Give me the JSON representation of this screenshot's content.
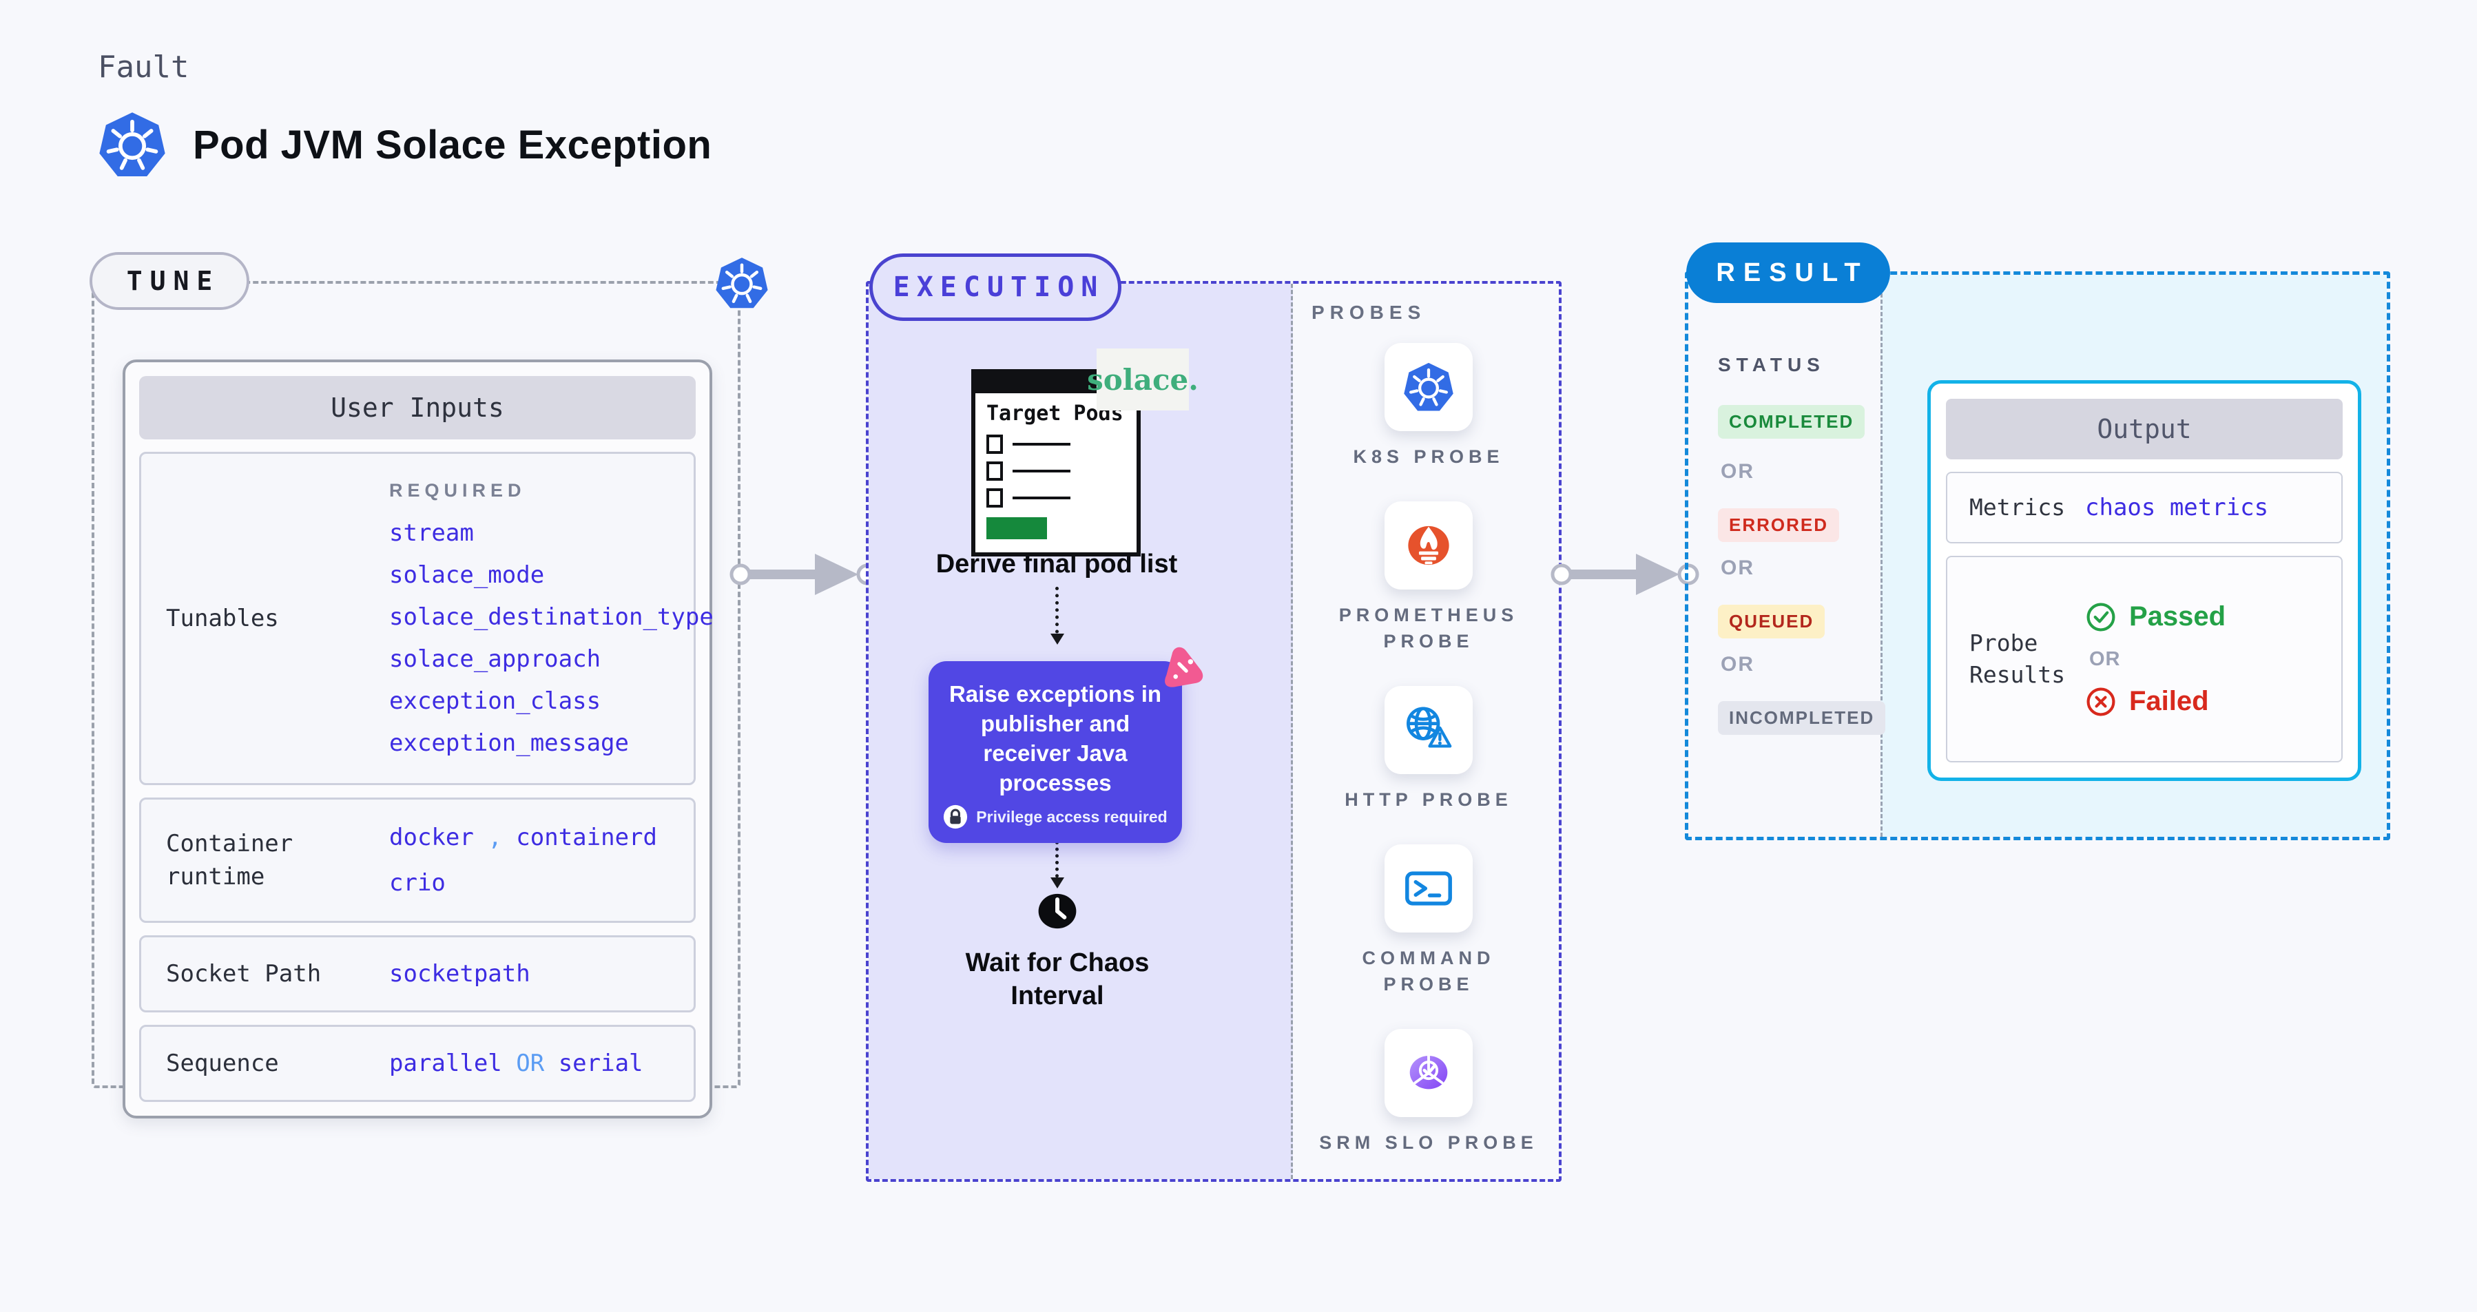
{
  "colors": {
    "background": "#f7f8fc",
    "accent_indigo": "#4a43cf",
    "value_blue": "#3d2ce2",
    "light_blue": "#5b9cf3",
    "execution_fill": "#e3e3fb",
    "purple_step": "#5147e4",
    "pink_accent": "#f25a92",
    "kubernetes_blue": "#326ce5",
    "prometheus_orange": "#e6522c",
    "solace_green": "#3fae7c",
    "result_pill_blue": "#0a7fd6",
    "result_dash_blue": "#1489da",
    "output_border_cyan": "#13b2e8",
    "output_fill_cyan": "#e7f6fd",
    "completed_green": "#1a8a3c",
    "errored_red": "#cf2a1d",
    "queued_red": "#b3271d",
    "incompleted_gray": "#636a7c",
    "passed_green": "#24a147",
    "failed_red": "#d8291d",
    "arrow_gray": "#b6b9c7"
  },
  "header": {
    "eyebrow": "Fault",
    "title": "Pod JVM Solace Exception",
    "title_icon": "kubernetes-icon"
  },
  "tune": {
    "badge": "TUNE",
    "corner_icon": "kubernetes-icon",
    "card_header": "User Inputs",
    "tunables": {
      "label": "Tunables",
      "required_label": "REQUIRED",
      "values": [
        "stream",
        "solace_mode",
        "solace_destination_type",
        "solace_approach",
        "exception_class",
        "exception_message"
      ]
    },
    "container_runtime": {
      "label": "Container runtime",
      "value_a": "docker",
      "separator": ",",
      "value_b": "containerd",
      "value_c": "crio"
    },
    "socket_path": {
      "label": "Socket Path",
      "value": "socketpath"
    },
    "sequence": {
      "label": "Sequence",
      "value_a": "parallel",
      "or": "OR",
      "value_b": "serial"
    }
  },
  "execution": {
    "badge": "EXECUTION",
    "target_window": {
      "title": "Target Pods",
      "logo": "solace."
    },
    "steps": {
      "derive": "Derive final pod list",
      "raise": "Raise exceptions in publisher and receiver Java processes",
      "privilege_note": "Privilege access required",
      "wait": "Wait for Chaos Interval"
    }
  },
  "probes": {
    "heading": "PROBES",
    "items": [
      {
        "label": "K8S PROBE",
        "icon": "kubernetes-icon"
      },
      {
        "label": "PROMETHEUS PROBE",
        "icon": "prometheus-icon"
      },
      {
        "label": "HTTP PROBE",
        "icon": "globe-warning-icon"
      },
      {
        "label": "COMMAND PROBE",
        "icon": "terminal-icon"
      },
      {
        "label": "SRM SLO PROBE",
        "icon": "pie-check-icon"
      }
    ]
  },
  "result": {
    "badge": "RESULT",
    "status_heading": "STATUS",
    "or_label": "OR",
    "statuses": [
      "COMPLETED",
      "ERRORED",
      "QUEUED",
      "INCOMPLETED"
    ],
    "output": {
      "header": "Output",
      "metrics_label": "Metrics",
      "metrics_value": "chaos metrics",
      "probe_results_label": "Probe Results",
      "passed": "Passed",
      "or": "OR",
      "failed": "Failed"
    }
  }
}
